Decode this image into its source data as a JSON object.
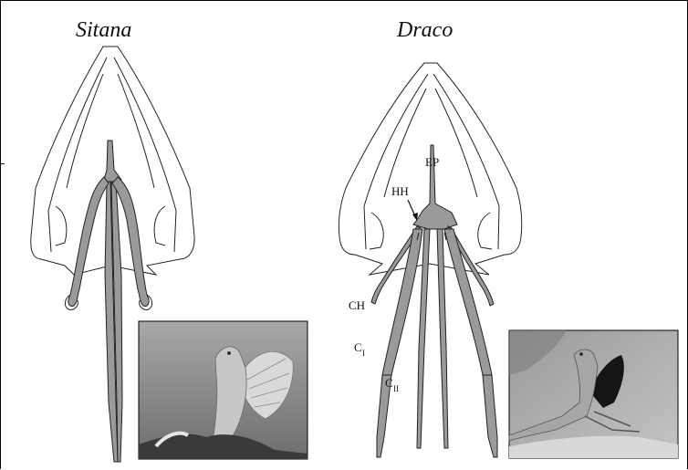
{
  "titles": {
    "left": "Sitana",
    "right": "Draco"
  },
  "labels": {
    "ep": "EP",
    "hh": "HH",
    "ch": "CH",
    "c": "C",
    "sub_i": "I",
    "sub_ii": "II"
  },
  "colors": {
    "bone": "#9a9a9a",
    "outline": "#222222",
    "background": "#ffffff"
  }
}
